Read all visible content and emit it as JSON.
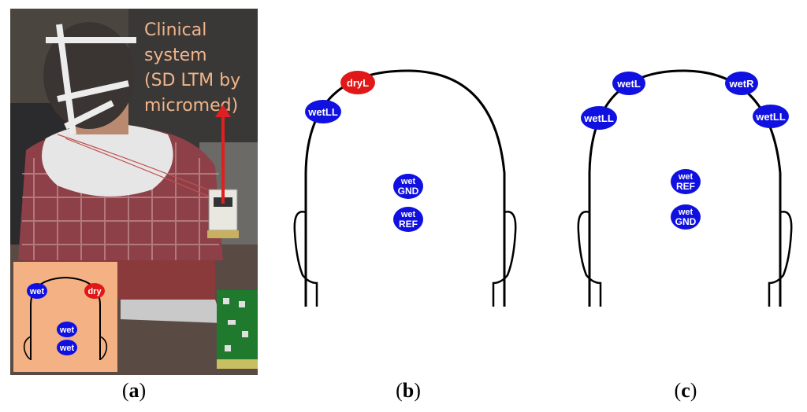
{
  "panel_a": {
    "caption": "a",
    "annotation": "Clinical\nsystem\n(SD LTM by\nmicromed)",
    "inset_electrodes": {
      "left": "wet",
      "right": "dry",
      "center_top": "wet",
      "center_bottom": "wet"
    },
    "colors": {
      "wet": "#1010e0",
      "dry": "#e01818",
      "inset_bg": "#f4b183",
      "arrow": "#e02020"
    }
  },
  "panel_b": {
    "caption": "b",
    "electrodes": {
      "top": "dryL",
      "left": "wetLL",
      "center_top": [
        "wet",
        "GND"
      ],
      "center_bottom": [
        "wet",
        "REF"
      ]
    }
  },
  "panel_c": {
    "caption": "c",
    "electrodes": {
      "top_left": "wetL",
      "top_right": "wetR",
      "left": "wetLL",
      "right": "wetLL",
      "center_top": [
        "wet",
        "REF"
      ],
      "center_bottom": [
        "wet",
        "GND"
      ]
    }
  }
}
